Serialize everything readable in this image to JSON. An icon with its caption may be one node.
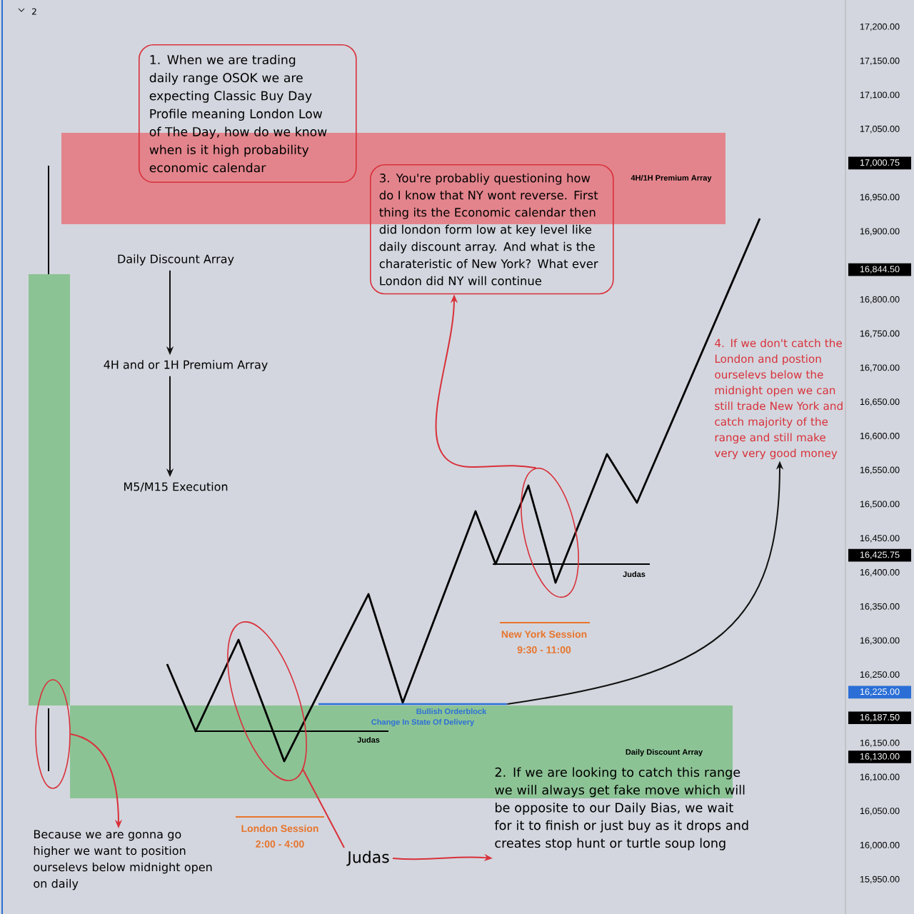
{
  "diagram": {
    "nodes": [
      {
        "text": [
          "1. When we are trading daily range OSOK we are expecting Classic Buy Day Profile meaning London Low of The Day, how do we know when is it high probability economic calendar"
        ]
      },
      {
        "text": [
          "3. You're probabliy questioning how do I know that NY wont reverse. First thing its the Economic calendar then did london form low at key level like daily discount array. And what is the charateristic of New York? What ever London did NY will continue"
        ]
      },
      {
        "text": [
          "Daily Discount Array"
        ]
      },
      {
        "text": [
          "4H and or 1H Premium Array"
        ]
      },
      {
        "text": [
          "M5/M15 Execution"
        ]
      },
      {
        "text": [
          "4. If we don't catch the London and postion ourselevs below the midnight open we can still trade New York and catch majority of the range and still make very very good money"
        ]
      },
      {
        "text": [],
        "shape": "ellipse"
      },
      {
        "text": [],
        "shape": "ellipse"
      },
      {
        "text": [
          "Because we are gonna go higher we want to position ourselevs below midnight open on daily"
        ]
      },
      {
        "text": [],
        "shape": "ellipse"
      },
      {
        "text": [
          "Judas"
        ]
      },
      {
        "text": [],
        "shape": "bar"
      },
      {
        "text": [
          "2. If we are looking to catch this range we will always get fake move which will be opposite to our Daily Bias, we wait for it to finish or just buy as it drops and creates stop hunt or turtle soup long"
        ]
      }
    ],
    "edges": [
      {
        "from": 2,
        "to": 3,
        "arrow": "to",
        "color": "#111111"
      },
      {
        "from": 3,
        "to": 4,
        "arrow": "to",
        "color": "#111111"
      },
      {
        "from": 6,
        "to": 1,
        "arrow": "to"
      },
      {
        "from": 7,
        "to": 8,
        "arrow": "to"
      },
      {
        "from": 10,
        "to": 9,
        "arrow": "none"
      },
      {
        "from": 10,
        "to": 12,
        "arrow": "to"
      },
      {
        "from": 11,
        "to": 5,
        "arrow": "to",
        "color": "#111111"
      }
    ],
    "labels": [
      "2",
      "4H/1H Premium Array",
      "New York Session",
      "9:30 - 11:00",
      "Judas",
      "Bullish Orderblock",
      "Change In State Of Delivery",
      "Judas",
      "Daily Discount Array",
      "London Session",
      "2:00 - 4:00",
      "17,200.00",
      "17,150.00",
      "17,100.00",
      "17,050.00",
      "17,000.75",
      "16,950.00",
      "16,900.00",
      "16,844.50",
      "16,800.00",
      "16,750.00",
      "16,700.00",
      "16,650.00",
      "16,600.00",
      "16,550.00",
      "16,500.00",
      "16,450.00",
      "16,425.75",
      "16,400.00",
      "16,350.00",
      "16,300.00",
      "16,250.00",
      "16,225.00",
      "16,187.50",
      "16,150.00",
      "16,130.00",
      "16,100.00",
      "16,050.00",
      "16,000.00",
      "15,950.00"
    ]
  }
}
